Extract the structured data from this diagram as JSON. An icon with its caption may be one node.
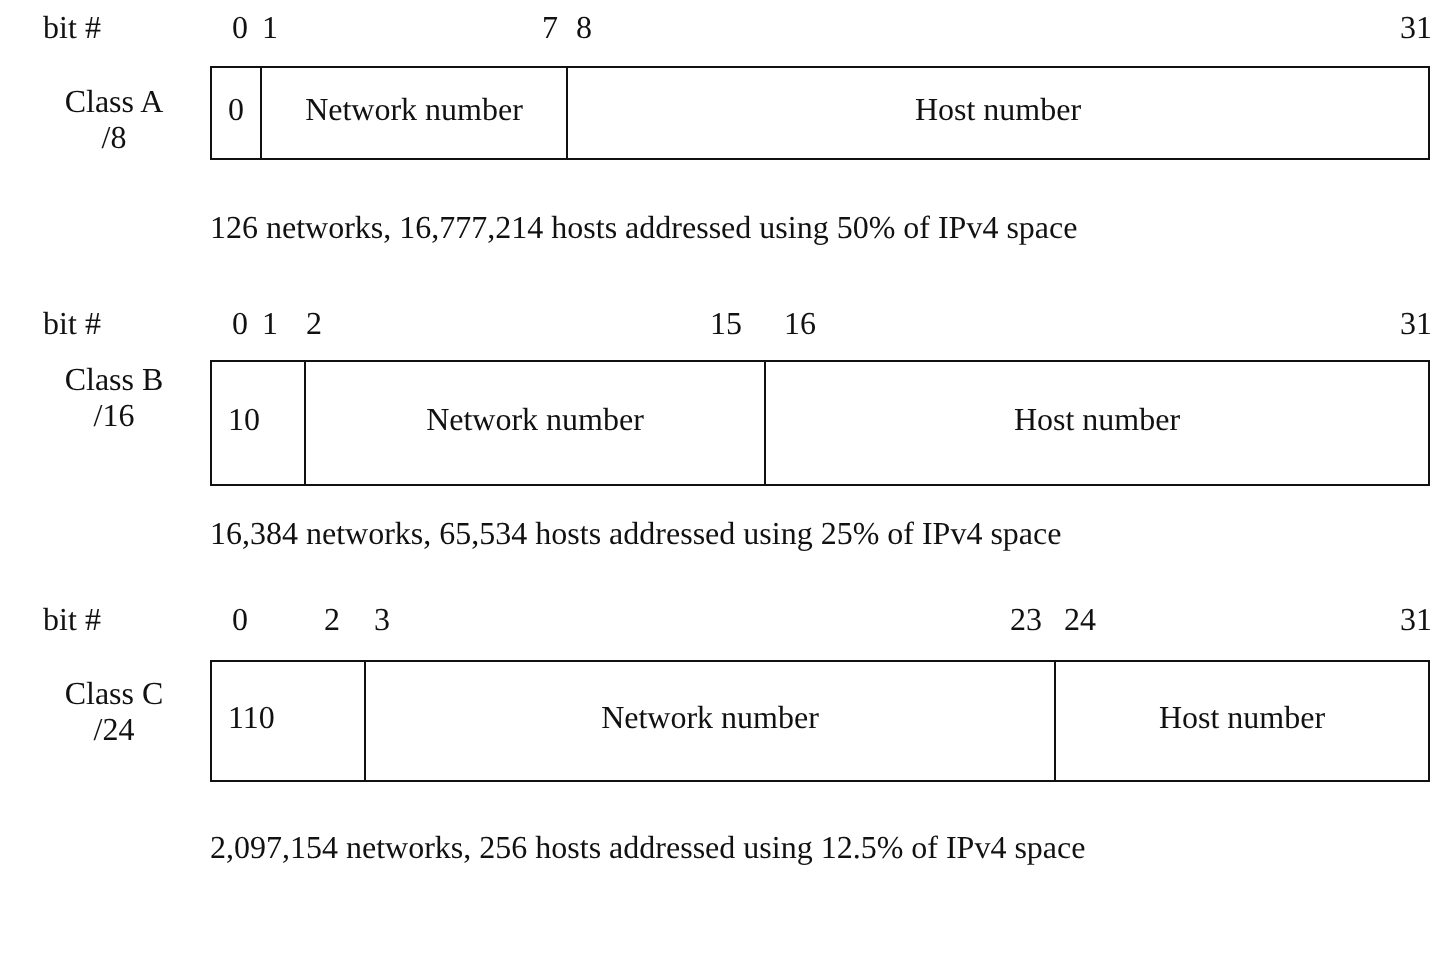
{
  "diagram": {
    "nodes": [
      {
        "text": [
          "0"
        ]
      },
      {
        "text": [
          "Network number"
        ]
      },
      {
        "text": [
          "Host number"
        ]
      },
      {
        "text": [
          "10"
        ]
      },
      {
        "text": [
          "Network number"
        ]
      },
      {
        "text": [
          "Host number"
        ]
      },
      {
        "text": [
          "110"
        ]
      },
      {
        "text": [
          "Network number"
        ]
      },
      {
        "text": [
          "Host number"
        ]
      }
    ],
    "edges": [],
    "labels": [
      "bit #",
      "0",
      "1",
      "7",
      "8",
      "31",
      "Class A /8",
      "126 networks, 16,777,214 hosts addressed using 50% of IPv4 space",
      "bit #",
      "0",
      "1",
      "2",
      "15",
      "16",
      "31",
      "Class B /16",
      "16,384 networks, 65,534 hosts addressed using 25% of IPv4 space",
      "bit #",
      "0",
      "2",
      "3",
      "23",
      "24",
      "31",
      "Class C /24",
      "2,097,154 networks, 256 hosts addressed using 12.5% of IPv4 space"
    ]
  }
}
